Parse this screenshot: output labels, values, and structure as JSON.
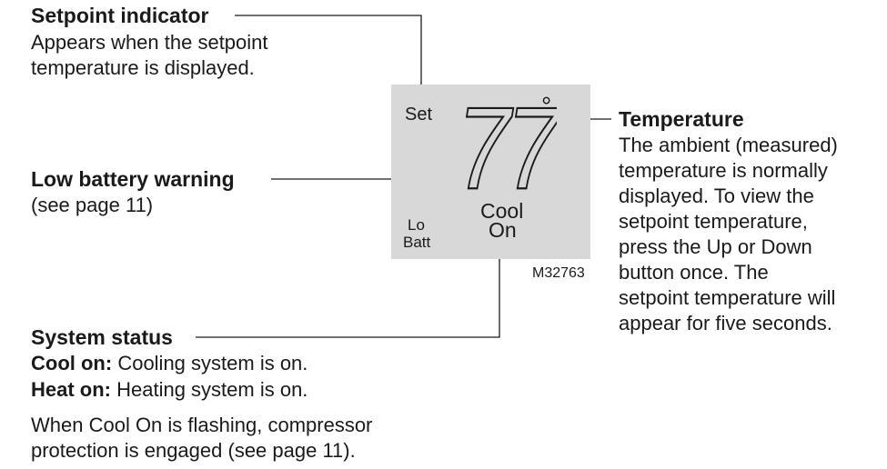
{
  "lcd": {
    "set": "Set",
    "temperature": "77",
    "degree": "°",
    "lo": "Lo",
    "batt": "Batt",
    "cool": "Cool",
    "on": "On"
  },
  "model_code": "M32763",
  "callouts": {
    "setpoint": {
      "title": "Setpoint indicator",
      "lines": [
        "Appears when the setpoint",
        "temperature is displayed."
      ]
    },
    "battery": {
      "title": "Low battery warning",
      "lines": [
        "(see page 11)"
      ]
    },
    "temperature": {
      "title": "Temperature",
      "lines": [
        "The ambient (measured)",
        "temperature is normally",
        "displayed. To view the",
        "setpoint temperature,",
        "press the Up or Down",
        "button once. The",
        "setpoint temperature will",
        "appear for five seconds."
      ]
    },
    "status": {
      "title": "System status",
      "cool_label": "Cool on:",
      "cool_text": " Cooling system is on.",
      "heat_label": "Heat on:",
      "heat_text": " Heating system is on.",
      "note_lines": [
        "When Cool On is flashing, compressor",
        "protection is engaged (see page 11)."
      ]
    }
  }
}
